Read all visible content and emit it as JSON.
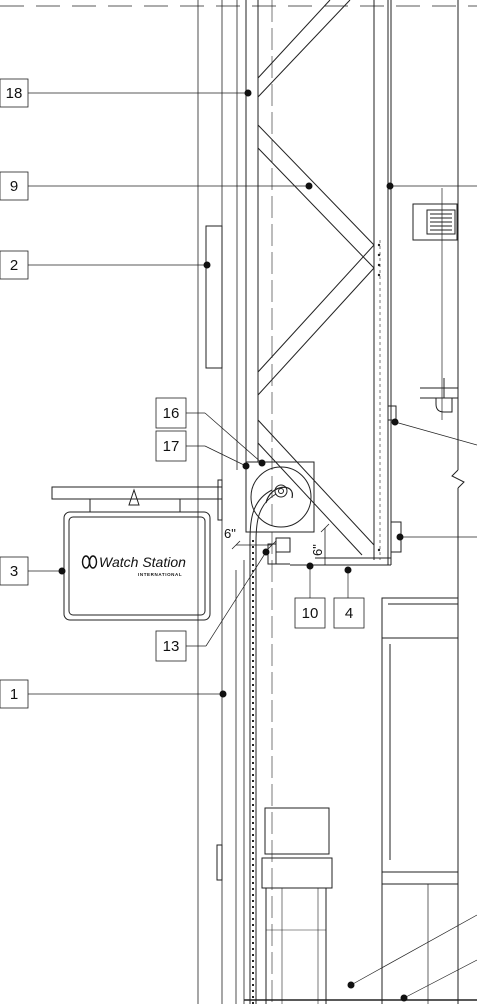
{
  "drawing": {
    "tags": [
      {
        "id": "tag-18",
        "label": "18"
      },
      {
        "id": "tag-9",
        "label": "9"
      },
      {
        "id": "tag-2",
        "label": "2"
      },
      {
        "id": "tag-16",
        "label": "16"
      },
      {
        "id": "tag-17",
        "label": "17"
      },
      {
        "id": "tag-3",
        "label": "3"
      },
      {
        "id": "tag-13",
        "label": "13"
      },
      {
        "id": "tag-10",
        "label": "10"
      },
      {
        "id": "tag-4",
        "label": "4"
      },
      {
        "id": "tag-1",
        "label": "1"
      }
    ],
    "dimensions": {
      "horizontal": "6\"",
      "vertical": "6\""
    },
    "sign": {
      "brand": "Watch Station",
      "tagline": "INTERNATIONAL"
    }
  }
}
